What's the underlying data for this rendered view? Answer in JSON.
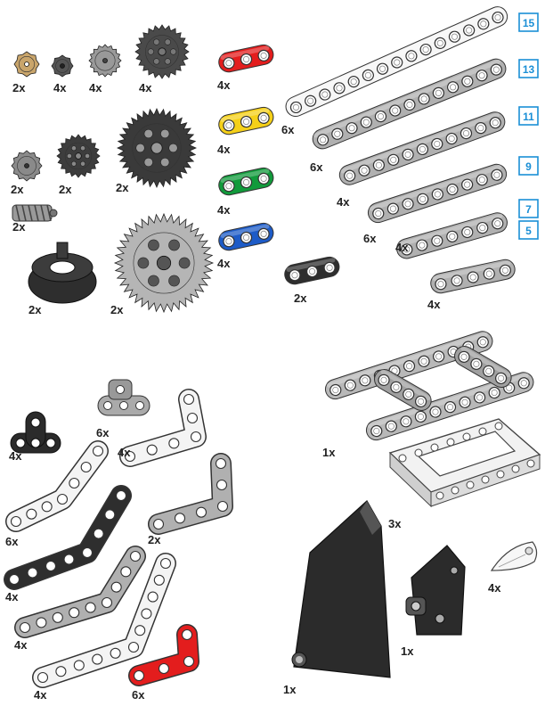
{
  "page": {
    "title": "LEGO Technic parts inventory"
  },
  "colors": {
    "black": "#2b2b2b",
    "gray": "#a9a9a9",
    "white": "#f4f4f4",
    "red": "#e31d1d",
    "yellow": "#f5d018",
    "green": "#119a3b",
    "blue": "#1d5bc7",
    "tan": "#c9a56b",
    "outline": "#5a5a5a",
    "accent": "#1a8fd6"
  },
  "gears": [
    {
      "name": "gear-8-tooth-tan",
      "qty": "2x"
    },
    {
      "name": "gear-8-tooth-dark",
      "qty": "4x"
    },
    {
      "name": "gear-16-tooth-gray",
      "qty": "4x"
    },
    {
      "name": "gear-24-tooth-dark",
      "qty": "4x"
    },
    {
      "name": "gear-12-bevel-gray",
      "qty": "2x"
    },
    {
      "name": "gear-20-tooth-dark",
      "qty": "2x"
    },
    {
      "name": "gear-36-tooth-dark",
      "qty": "2x"
    },
    {
      "name": "worm-gear-gray",
      "qty": "2x"
    },
    {
      "name": "turntable-dark",
      "qty": "2x"
    },
    {
      "name": "gear-40-tooth-gray",
      "qty": "2x"
    }
  ],
  "short_beams": [
    {
      "name": "beam-3-red",
      "qty": "4x"
    },
    {
      "name": "beam-3-yellow",
      "qty": "4x"
    },
    {
      "name": "beam-3-green",
      "qty": "4x"
    },
    {
      "name": "beam-3-blue",
      "qty": "4x"
    },
    {
      "name": "beam-3-black",
      "qty": "2x"
    }
  ],
  "long_beams": [
    {
      "name": "beam-15-white",
      "qty": "6x",
      "length": "15"
    },
    {
      "name": "beam-13-gray",
      "qty": "6x",
      "length": "13"
    },
    {
      "name": "beam-11-gray",
      "qty": "4x",
      "length": "11"
    },
    {
      "name": "beam-9-gray",
      "qty": "6x",
      "length": "9"
    },
    {
      "name": "beam-7-gray",
      "qty": "4x",
      "length": "7"
    },
    {
      "name": "beam-5-gray",
      "qty": "4x",
      "length": "5"
    }
  ],
  "angled": [
    {
      "name": "t-beam-black",
      "qty": "4x"
    },
    {
      "name": "pin-connector-gray",
      "qty": "6x"
    },
    {
      "name": "l-beam-white",
      "qty": "4x"
    },
    {
      "name": "bent-beam-white",
      "qty": "6x"
    },
    {
      "name": "l-beam-gray",
      "qty": "2x"
    },
    {
      "name": "bent-beam-black",
      "qty": "4x"
    },
    {
      "name": "bent-beam-gray",
      "qty": "4x"
    },
    {
      "name": "bent-beam-white-long",
      "qty": "4x"
    },
    {
      "name": "l-beam-red",
      "qty": "6x"
    }
  ],
  "frames": [
    {
      "name": "h-frame-gray",
      "qty": "1x"
    },
    {
      "name": "rect-frame-white",
      "qty": "3x"
    },
    {
      "name": "panel-black-large",
      "qty": "1x"
    },
    {
      "name": "panel-black-small",
      "qty": "1x"
    },
    {
      "name": "tooth-white",
      "qty": "4x"
    }
  ]
}
